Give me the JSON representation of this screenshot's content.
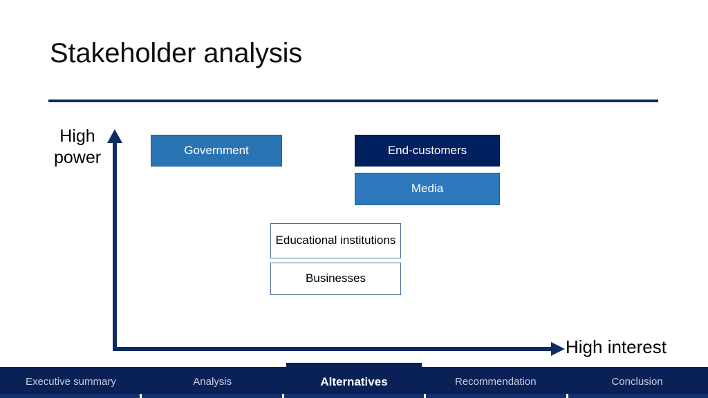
{
  "slide": {
    "title": "Stakeholder analysis",
    "background_color": "#ffffff",
    "accent_color": "#0d2c63"
  },
  "matrix": {
    "y_axis_label_line1": "High",
    "y_axis_label_line2": "power",
    "x_axis_label": "High interest",
    "axis_color": "#0d2c63",
    "boxes": [
      {
        "label": "Government",
        "style": "filled-medium-blue",
        "fill": "#2b74b4",
        "text_color": "#ffffff",
        "quadrant": "high-power-low-interest"
      },
      {
        "label": "End-customers",
        "style": "filled-navy",
        "fill": "#002060",
        "text_color": "#ffffff",
        "quadrant": "high-power-high-interest"
      },
      {
        "label": "Media",
        "style": "filled-light-blue",
        "fill": "#2e79bd",
        "text_color": "#ffffff",
        "quadrant": "high-power-high-interest"
      },
      {
        "label": "Educational institutions",
        "style": "outline",
        "fill": "#ffffff",
        "text_color": "#000000",
        "quadrant": "low-power-mid-interest"
      },
      {
        "label": "Businesses",
        "style": "outline",
        "fill": "#ffffff",
        "text_color": "#000000",
        "quadrant": "low-power-mid-interest"
      }
    ]
  },
  "footer": {
    "background_color": "#0a2157",
    "active_index": 2,
    "items": [
      {
        "label": "Executive summary",
        "active": false
      },
      {
        "label": "Analysis",
        "active": false
      },
      {
        "label": "Alternatives",
        "active": true
      },
      {
        "label": "Recommendation",
        "active": false
      },
      {
        "label": "Conclusion",
        "active": false
      }
    ]
  }
}
